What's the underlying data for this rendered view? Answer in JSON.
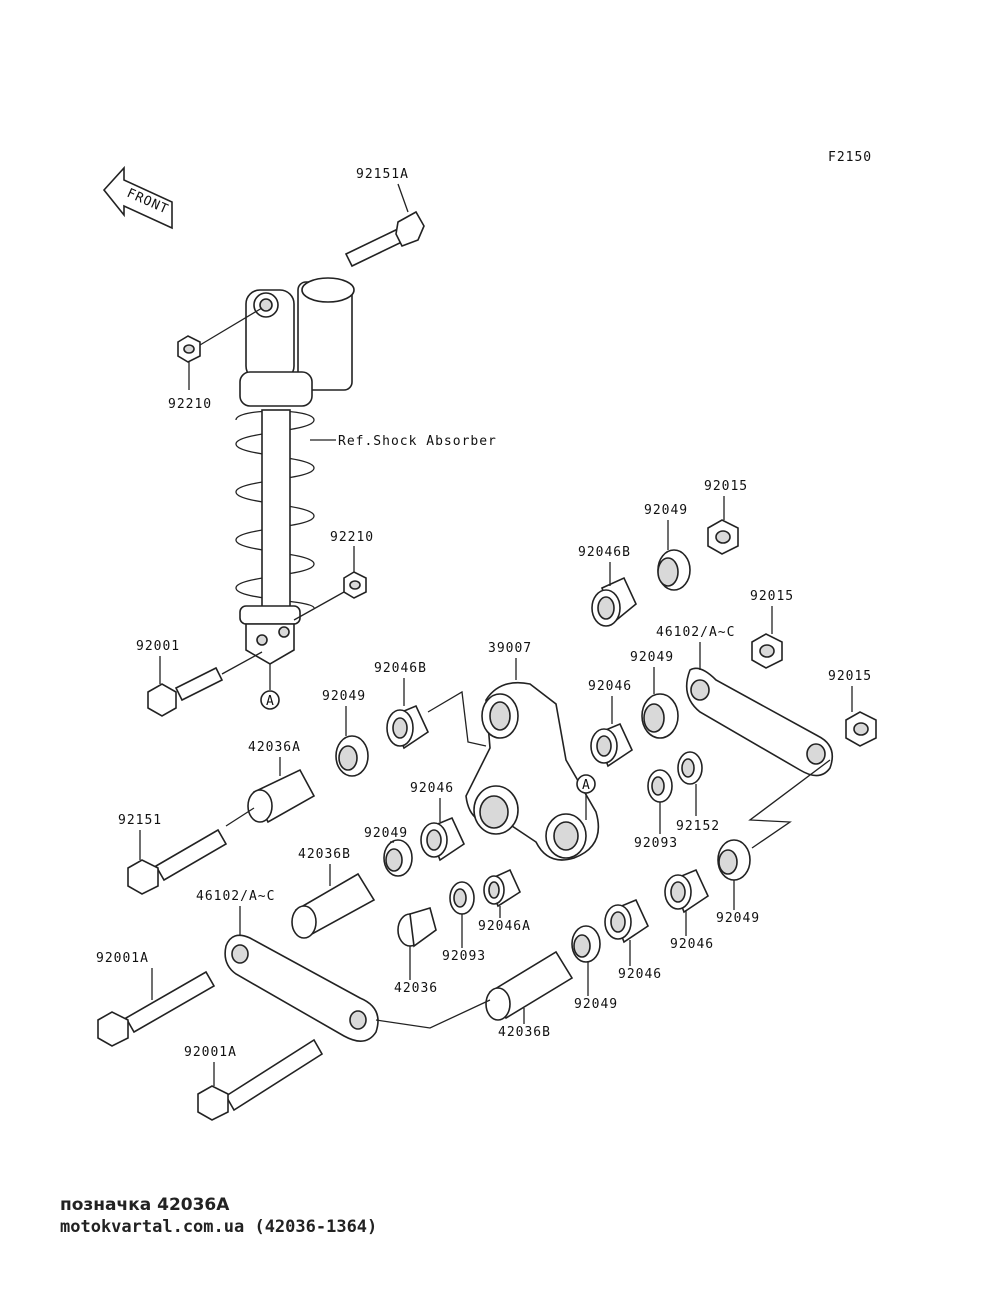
{
  "figure_code": "F2150",
  "front_label": "FRONT",
  "ref_label": "Ref.Shock Absorber",
  "ref_marker": "A",
  "part_labels": {
    "l92151A": "92151A",
    "l92210a": "92210",
    "l92210b": "92210",
    "l92001": "92001",
    "l92015a": "92015",
    "l92049a": "92049",
    "l92046Ba": "92046B",
    "l92015b": "92015",
    "l46102a": "46102/A~C",
    "l39007": "39007",
    "l92046Bb": "92046B",
    "l92049b": "92049",
    "l92046a": "92046",
    "l92015c": "92015",
    "l92049c": "92049",
    "l42036A": "42036A",
    "l92046b": "92046",
    "l92049d": "92049",
    "l92151": "92151",
    "l92093a": "92093",
    "l92152": "92152",
    "l42036Ba": "42036B",
    "l46102b": "46102/A~C",
    "l92046Aa": "92046A",
    "l92093b": "92093",
    "l42036": "42036",
    "l92001Aa": "92001A",
    "l92049e": "92049",
    "l92046c": "92046",
    "l92046d": "92046",
    "l92049f": "92049",
    "l42036Bb": "42036B",
    "l92001Ab": "92001A"
  },
  "footer": {
    "line1": "позначка 42036A",
    "line2": "motokvartal.com.ua (42036-1364)"
  }
}
